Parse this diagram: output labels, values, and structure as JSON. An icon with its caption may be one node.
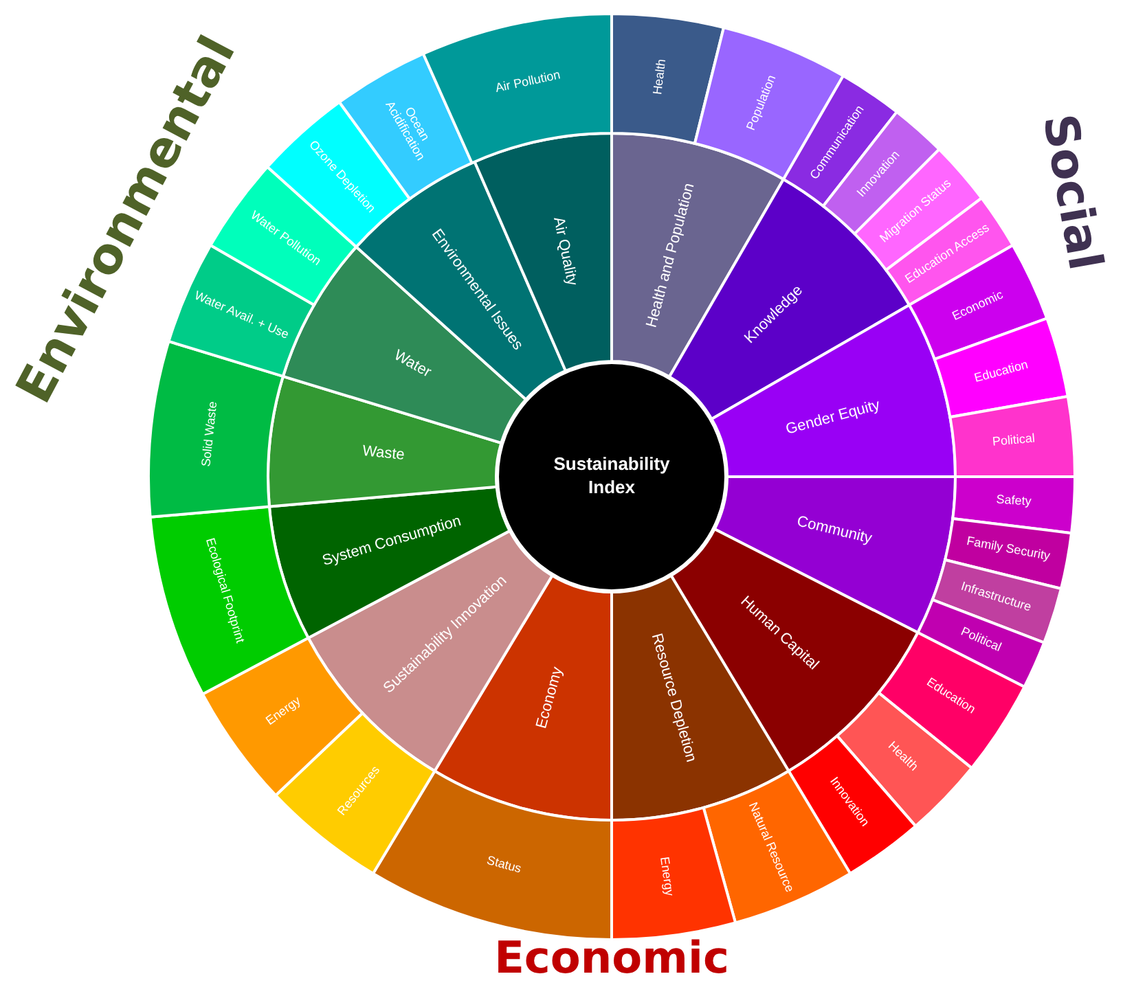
{
  "diagram": {
    "nodes": [
      {
        "text": [
          "Sustainability Index"
        ]
      },
      {
        "text": [
          "Health and Population"
        ]
      },
      {
        "text": [
          "Knowledge"
        ]
      },
      {
        "text": [
          "Gender Equity"
        ]
      },
      {
        "text": [
          "Community"
        ]
      },
      {
        "text": [
          "Human Capital"
        ]
      },
      {
        "text": [
          "Resource Depletion"
        ]
      },
      {
        "text": [
          "Economy"
        ]
      },
      {
        "text": [
          "Sustainability Innovation"
        ]
      },
      {
        "text": [
          "System Consumption"
        ]
      },
      {
        "text": [
          "Waste"
        ]
      },
      {
        "text": [
          "Water"
        ]
      },
      {
        "text": [
          "Environmental Issues"
        ]
      },
      {
        "text": [
          "Air Quality"
        ]
      },
      {
        "text": [
          "Health"
        ]
      },
      {
        "text": [
          "Population"
        ]
      },
      {
        "text": [
          "Communication"
        ]
      },
      {
        "text": [
          "Innovation"
        ]
      },
      {
        "text": [
          "Migration Status"
        ]
      },
      {
        "text": [
          "Education Access"
        ]
      },
      {
        "text": [
          "Economic"
        ]
      },
      {
        "text": [
          "Education"
        ]
      },
      {
        "text": [
          "Political"
        ]
      },
      {
        "text": [
          "Safety"
        ]
      },
      {
        "text": [
          "Family Security"
        ]
      },
      {
        "text": [
          "Infrastructure"
        ]
      },
      {
        "text": [
          "Political"
        ]
      },
      {
        "text": [
          "Education"
        ]
      },
      {
        "text": [
          "Health"
        ]
      },
      {
        "text": [
          "Innovation"
        ]
      },
      {
        "text": [
          "Natural Resource"
        ]
      },
      {
        "text": [
          "Energy"
        ]
      },
      {
        "text": [
          "Status"
        ]
      },
      {
        "text": [
          "Resources"
        ]
      },
      {
        "text": [
          "Energy"
        ]
      },
      {
        "text": [
          "Ecological Footprint"
        ]
      },
      {
        "text": [
          "Solid Waste"
        ]
      },
      {
        "text": [
          "Water Avail. + Use"
        ]
      },
      {
        "text": [
          "Water Pollution"
        ]
      },
      {
        "text": [
          "Ozone Depletion"
        ]
      },
      {
        "text": [
          "Ocean Acidification"
        ]
      },
      {
        "text": [
          "Air Pollution"
        ]
      }
    ],
    "labels": [
      "Environmental",
      "Social",
      "Economic"
    ]
  }
}
